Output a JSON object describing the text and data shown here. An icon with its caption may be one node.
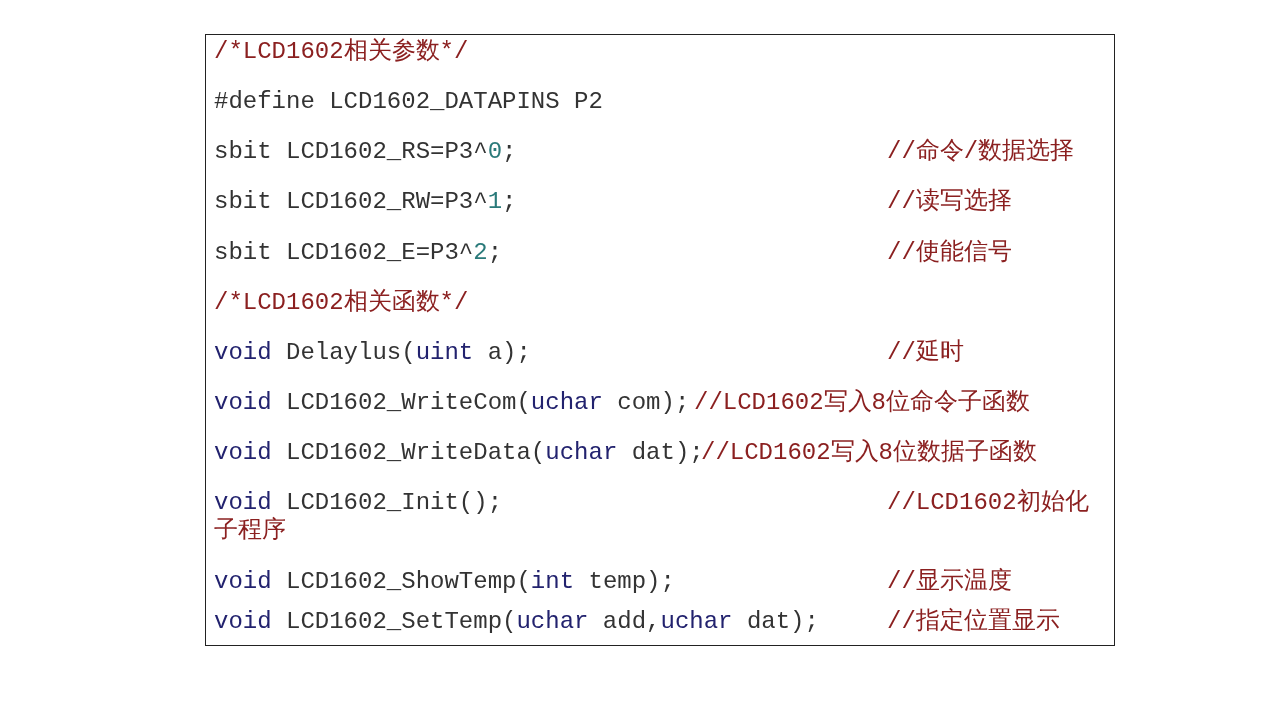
{
  "diagram": {
    "labels": [
      "/*LCD1602相关参数*/",
      "#define LCD1602_DATAPINS P2",
      "sbit LCD1602_RS=P3^0;",
      "//命令/数据选择",
      "sbit LCD1602_RW=P3^1;",
      "//读写选择",
      "sbit LCD1602_E=P3^2;",
      "//使能信号",
      "/*LCD1602相关函数*/",
      "void Delaylus(uint a);",
      "//延时",
      "void LCD1602_WriteCom(uchar com);",
      "//LCD1602写入8位命令子函数",
      "void LCD1602_WriteData(uchar dat);",
      "//LCD1602写入8位数据子函数",
      "void LCD1602_Init();",
      "//LCD1602初始化子程序",
      "void LCD1602_ShowTemp(int temp);",
      "//显示温度",
      "void LCD1602_SetTemp(uchar add,uchar dat);",
      "//指定位置显示"
    ]
  }
}
